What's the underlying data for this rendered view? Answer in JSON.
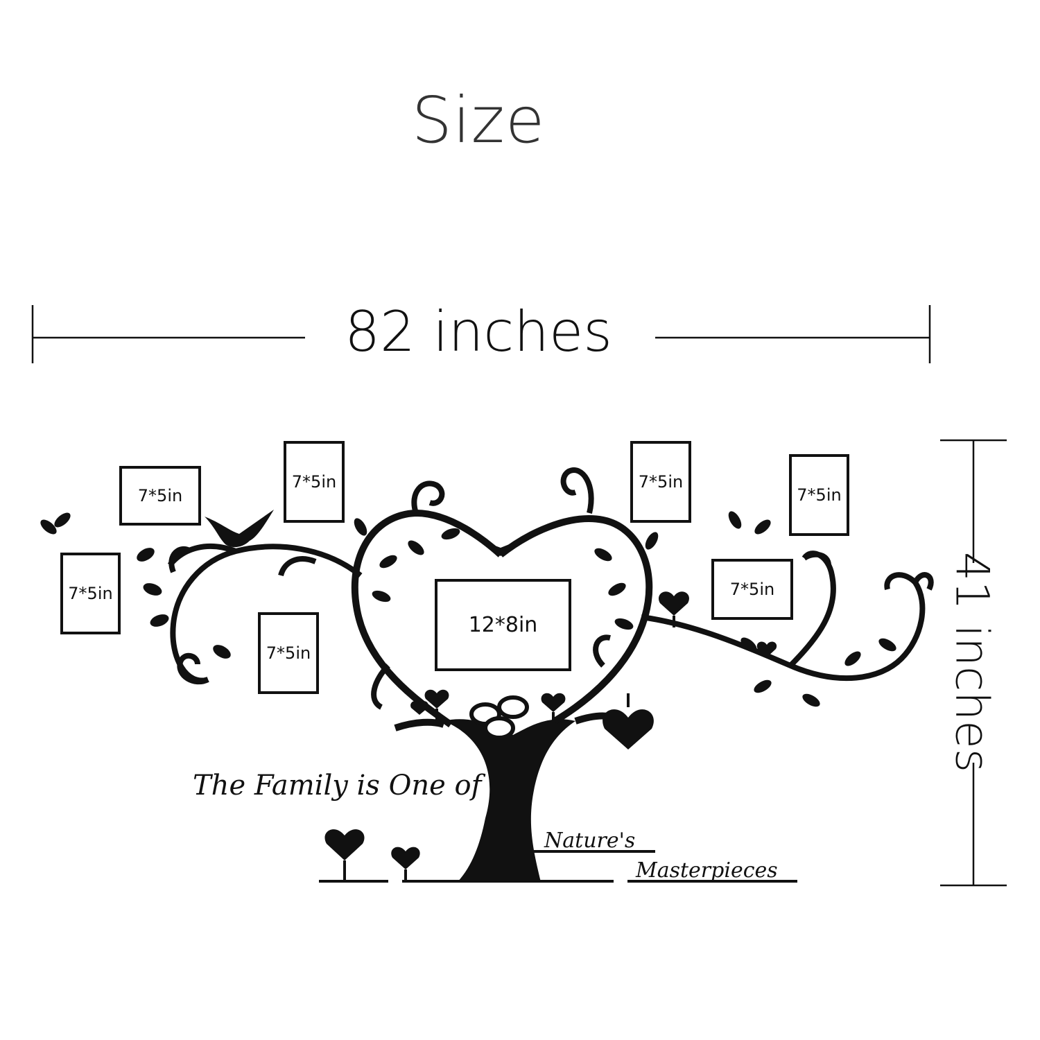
{
  "title": "Size",
  "dimensions": {
    "width_label": "82 inches",
    "height_label": "41 inches"
  },
  "frames": [
    {
      "id": "left-far",
      "label": "7*5in"
    },
    {
      "id": "left-top",
      "label": "7*5in"
    },
    {
      "id": "left-upper",
      "label": "7*5in"
    },
    {
      "id": "left-lower",
      "label": "7*5in"
    },
    {
      "id": "center",
      "label": "12*8in"
    },
    {
      "id": "right-upper",
      "label": "7*5in"
    },
    {
      "id": "right-middle",
      "label": "7*5in"
    },
    {
      "id": "right-far",
      "label": "7*5in"
    }
  ],
  "quote": {
    "line1": "The Family is One of",
    "line2": "Nature's",
    "line3": "Masterpieces"
  }
}
